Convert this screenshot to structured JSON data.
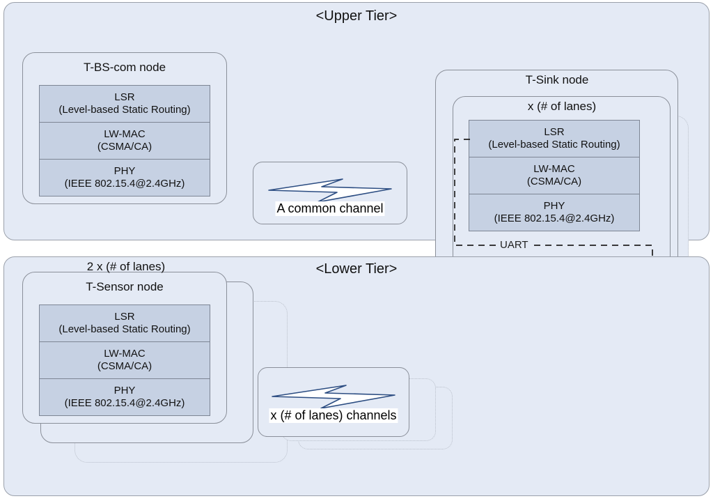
{
  "diagram": {
    "title_upper": "<Upper Tier>",
    "title_lower": "<Lower Tier>"
  },
  "protocol_stack": {
    "layers": [
      {
        "name": "LSR",
        "sub": "(Level-based Static Routing)"
      },
      {
        "name": "LW-MAC",
        "sub": "(CSMA/CA)"
      },
      {
        "name": "PHY",
        "sub": "(IEEE 802.15.4@2.4GHz)"
      }
    ]
  },
  "upper_tier": {
    "label": "<Upper Tier>",
    "bs_node": {
      "title": "T-BS-com node"
    },
    "channel": {
      "label": "A common channel",
      "icon": "lightning-bolt-icon"
    },
    "sink_node": {
      "title": "T-Sink node",
      "lanes_label": "x (# of lanes)",
      "uart_label": "UART"
    }
  },
  "lower_tier": {
    "label": "<Lower Tier>",
    "sensor_group": {
      "lanes_label": "2 x (# of lanes)",
      "node_title": "T-Sensor node"
    },
    "channel": {
      "label": "x (# of lanes) channels",
      "icon": "lightning-bolt-icon"
    }
  },
  "colors": {
    "tier_fill": "#e4eaf5",
    "tier_border": "#9aa0aa",
    "node_border": "#8a8f99",
    "stack_fill": "#c6d1e3",
    "stack_border": "#7d8594",
    "bolt_stroke": "#2c4d82",
    "ghost_border": "#b9bfca"
  }
}
